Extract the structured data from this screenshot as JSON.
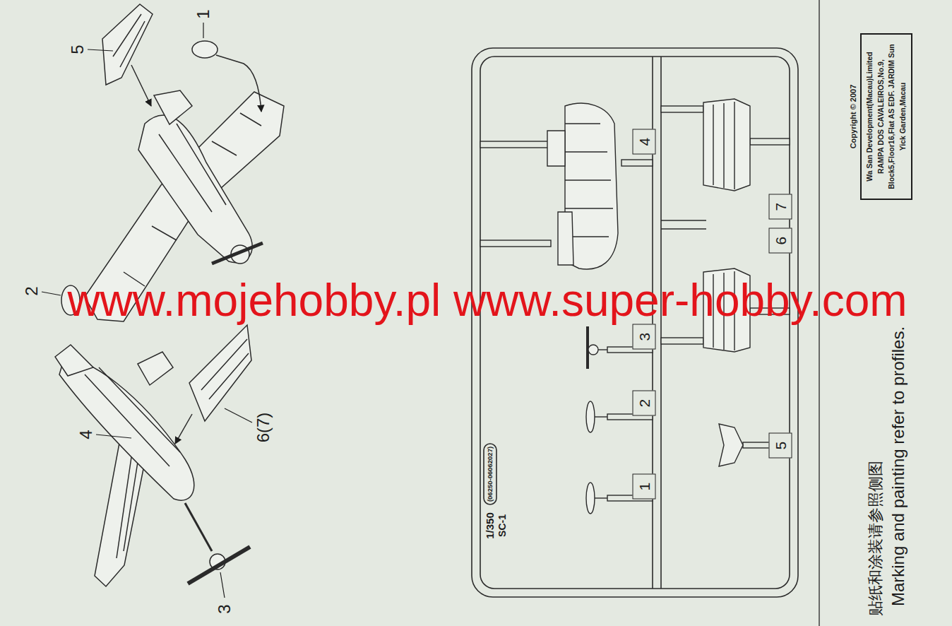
{
  "diagram": {
    "nodes": [
      {
        "text": [
          "1"
        ]
      },
      {
        "text": [
          "2"
        ]
      },
      {
        "text": [
          "3"
        ]
      },
      {
        "text": [
          "4"
        ]
      },
      {
        "text": [
          "5"
        ]
      },
      {
        "text": [
          "6"
        ]
      },
      {
        "text": [
          "7"
        ]
      },
      {
        "text": [
          "Copyright © 2007",
          "Wa San Development(Macau)Limited RAMPA DOS CAVALEIROS,No.9, Block5,Floor16,Flat AS EDF. JARDIM Sun Yick Garden,Macau"
        ]
      }
    ],
    "labels": [
      "5",
      "1",
      "2",
      "4",
      "6(7)",
      "3",
      "www.mojehobby.pl www.super-hobby.com",
      "1/350",
      "SC-1",
      "(06250-06062027)",
      "贴纸和涂装请参照侧图",
      "Marking and painting refer to profiles."
    ]
  }
}
